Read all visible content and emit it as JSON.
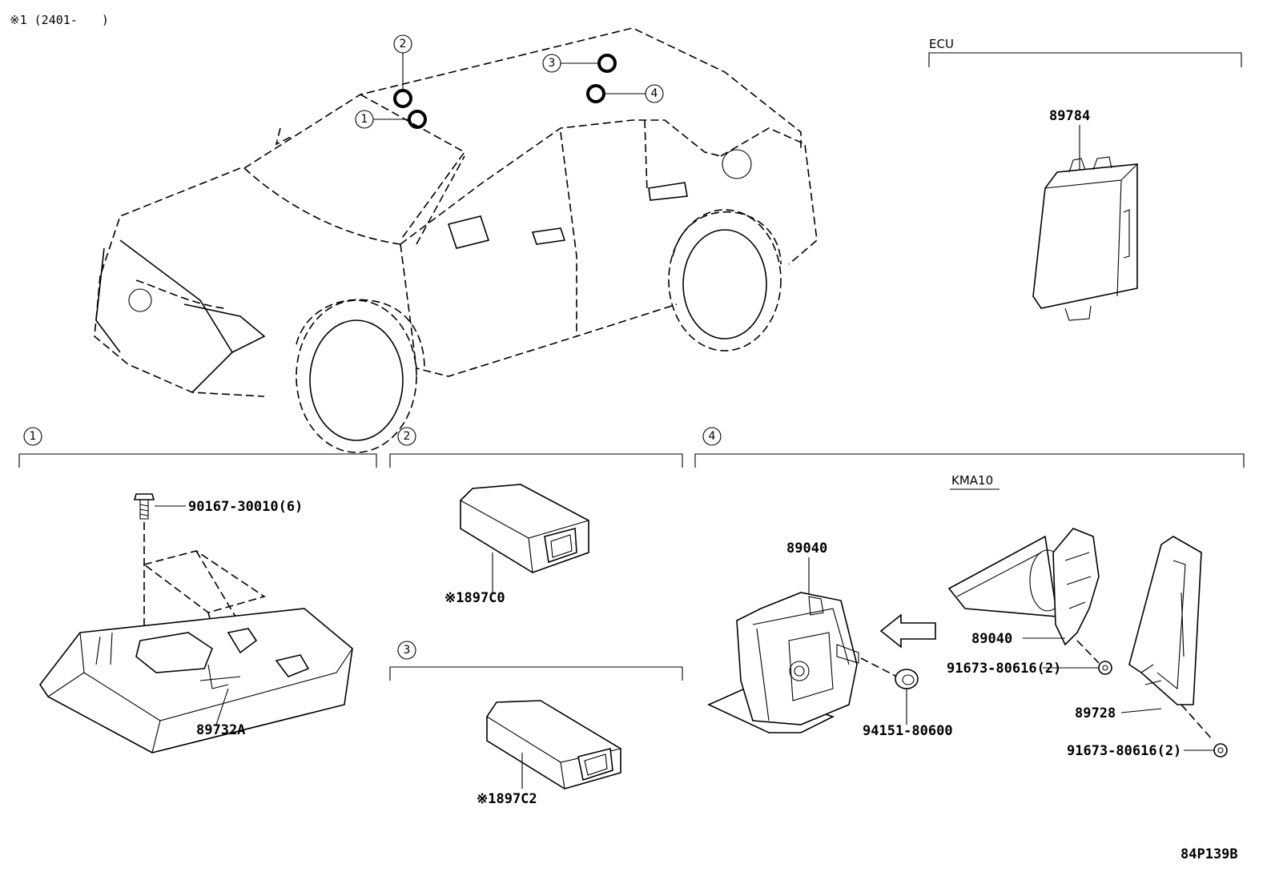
{
  "header_note": "※1 (2401-　　)",
  "footer_code": "84P139B",
  "car_callouts": [
    "1",
    "2",
    "3",
    "4"
  ],
  "sections": {
    "ecu": {
      "label": "ECU"
    },
    "s1": {
      "number": "1"
    },
    "s2": {
      "number": "2"
    },
    "s3": {
      "number": "3"
    },
    "s4": {
      "number": "4",
      "sublabel": "KMA10"
    }
  },
  "parts": {
    "ecu_89784": "89784",
    "bolt_90167": "90167-30010(6)",
    "lamp_89732A": "89732A",
    "module_897C0": "※1897C0",
    "module_897C2": "※1897C2",
    "sensor_89040_a": "89040",
    "sensor_89040_b": "89040",
    "nut_94151": "94151-80600",
    "bolt_91673_a": "91673-80616(2)",
    "bracket_89728": "89728",
    "bolt_91673_b": "91673-80616(2)"
  }
}
